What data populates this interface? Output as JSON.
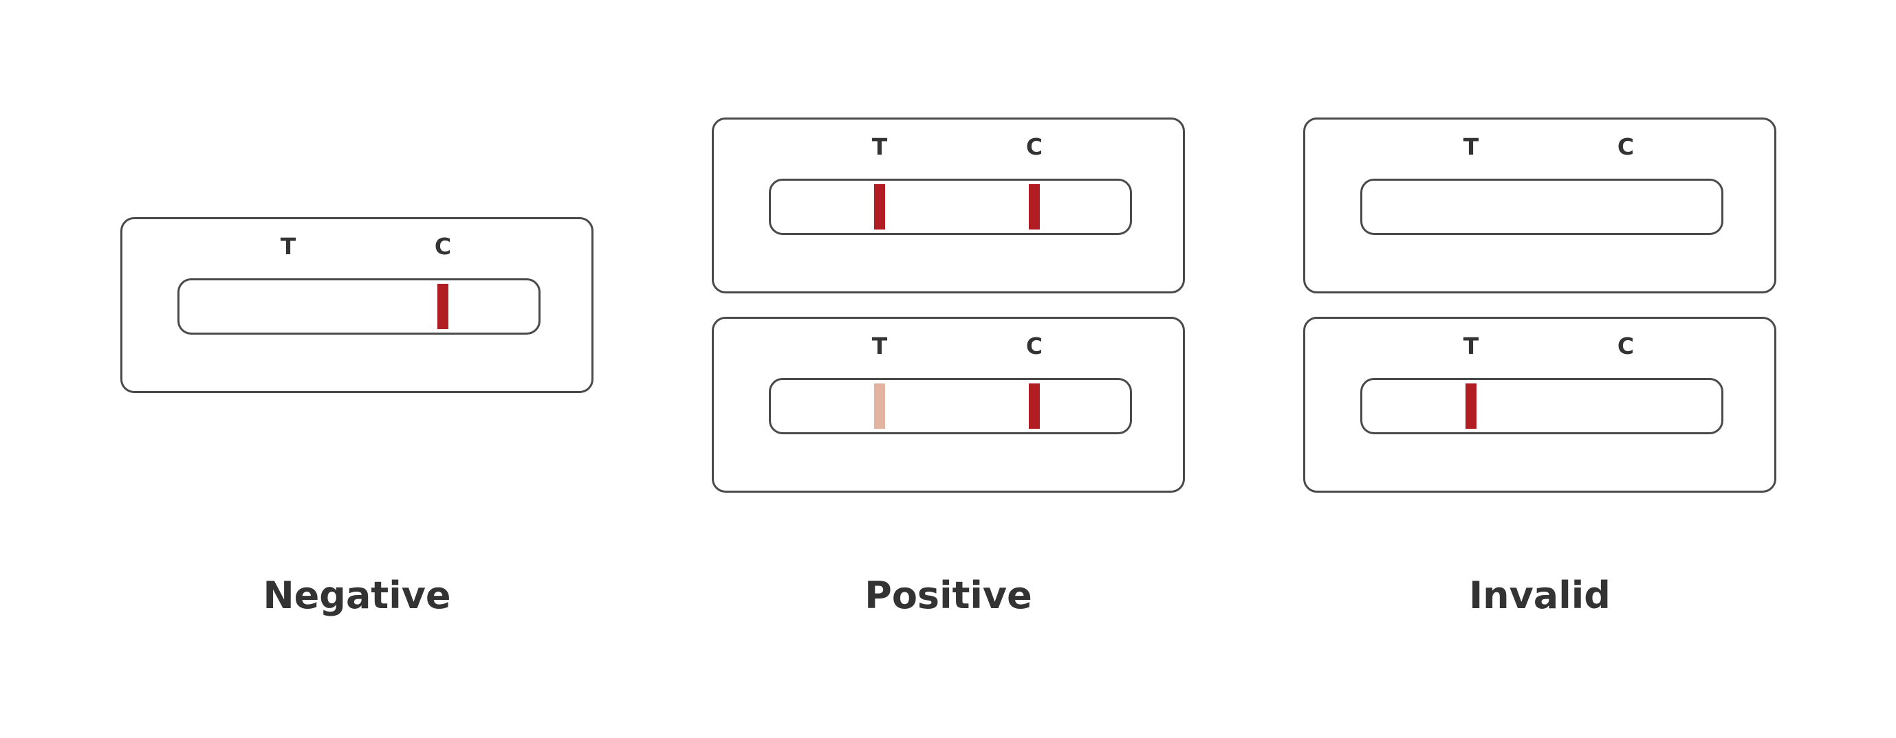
{
  "colors": {
    "outline": "#4a4a4a",
    "strong_line": "#b01e23",
    "faint_line": "#e2b39e",
    "text": "#333333"
  },
  "markers": {
    "test": "T",
    "control": "C"
  },
  "results": [
    {
      "label": "Negative",
      "cassettes": [
        {
          "test_line": "none",
          "control_line": "strong"
        }
      ]
    },
    {
      "label": "Positive",
      "cassettes": [
        {
          "test_line": "strong",
          "control_line": "strong"
        },
        {
          "test_line": "faint",
          "control_line": "strong"
        }
      ]
    },
    {
      "label": "Invalid",
      "cassettes": [
        {
          "test_line": "none",
          "control_line": "none"
        },
        {
          "test_line": "strong",
          "control_line": "none"
        }
      ]
    }
  ]
}
